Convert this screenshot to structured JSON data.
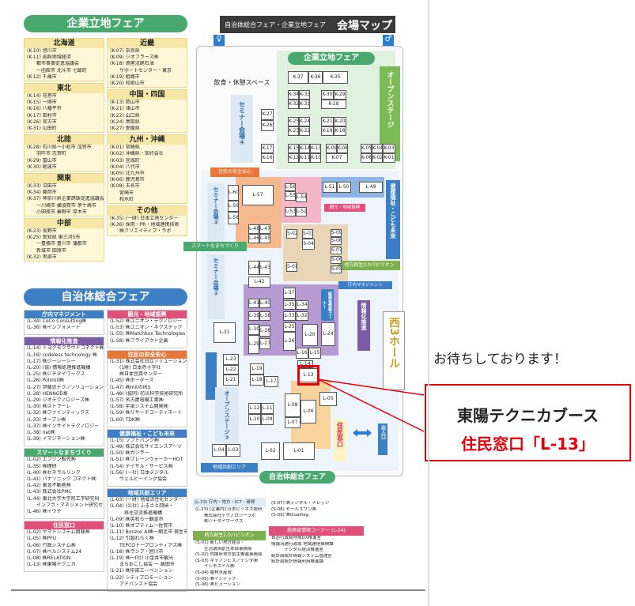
{
  "left": {
    "enterprise_header": "企業立地フェア",
    "regions_left": [
      {
        "title": "北海道",
        "items": [
          "(K-10) 旭川市",
          "(K-11) 函館地域経済",
          "　　都市事業促進協議会",
          "　　一函館市 北斗市 七飯町",
          "(K-12) 千歳市"
        ]
      },
      {
        "title": "東北",
        "items": [
          "(K-14) 花巻市",
          "(K-15) 一関市",
          "(K-16) 八幡平市",
          "(K-17) 田村市",
          "(K-26) 宮古市",
          "(K-31) 山田町"
        ]
      },
      {
        "title": "北陸",
        "items": [
          "(K-28) 石川県一小松市 加賀市",
          "　　羽咋市 志賀町",
          "(K-29) 富山市",
          "(K-30) 砺波市"
        ]
      },
      {
        "title": "関東",
        "items": [
          "(K-33) 沼田市",
          "(K-34) 藤岡市",
          "(K-37) 神奈川県企業誘致促進協議会",
          "　　一川崎市 横須賀市 茅ケ崎市",
          "　　小田原市 秦野市 厚木市"
        ]
      },
      {
        "title": "中部",
        "items": [
          "(K-23) 長野市",
          "(K-25) 愛知県 東三河5市",
          "　　一豊橋市 豊川市 蒲郡市",
          "　　新城市 田原市",
          "(K-32) 黒部市"
        ]
      }
    ],
    "regions_right": [
      {
        "title": "近畿",
        "items": [
          "(K-07) 奈良県",
          "(K-09) ジオフラーズ㈱",
          "(K-18) 鳥屋流尾石油",
          "　　サポートセンター・東京",
          "(K-19) 姫路市",
          "(K-20) 和歌山市"
        ]
      },
      {
        "title": "中国・四国",
        "items": [
          "(K-13) 岡山市",
          "(K-21) 津山市",
          "(K-22) 山口県",
          "(K-24) 鳥取県",
          "(K-27) 愛媛県"
        ]
      },
      {
        "title": "九州・沖縄",
        "items": [
          "(K-01) 宮崎県",
          "(K-02) 沖縄県・宮好会社",
          "(K-03) 宜城町",
          "(K-04) 八代市",
          "(K-05) 北九州市",
          "(K-06) 鹿児島市",
          "(K-08) 玉名市",
          "　　宮崎市",
          "　　和水町"
        ]
      },
      {
        "title": "その他",
        "items": [
          "(K-35) (一財) 日本立地センター",
          "(K-36) 採用・PR・地域連携技術",
          "　　㈱クリエイティブ・ラボ"
        ]
      }
    ],
    "municipal_header": "自治体総合フェア",
    "categories": [
      {
        "title": "庁内マネジメント",
        "color": "#3d7fc4",
        "items": [
          "(L-34) CoCo Consulting㈱",
          "(L-36) ㈱インフォメート"
        ]
      },
      {
        "title": "情報化推進",
        "color": "#7b5aa6",
        "items": [
          "(L-14) トヨクモクラウドコネクト㈱",
          "(L-16) codeless technology ㈱",
          "(L-17) ㈱ジーシーシー",
          "(L-20) (協) 情報処理推進機構",
          "(L-25) ㈱ジチタイワークス",
          "(L-26) Polimill㈱",
          "(L-27) 伊藤忠テクノソリューションズ㈱",
          "(L-28) HENNGE㈱",
          "(L-29) ジオテクノロジーズ㈱",
          "(L-30) ㈱ストラーレ",
          "(L-32) ㈱ファインディックス",
          "(L-33) オープン㈱",
          "(L-37) ㈱インサイトテクノロジー",
          "(L-38) nat㈱",
          "(L-39) イマジネーション㈱"
        ]
      },
      {
        "title": "スマートなまちづくり",
        "color": "#49a86e",
        "items": [
          "(L-02) エフソン販売㈱",
          "(L-35) ㈱理研",
          "(L-40) ㈱ゼネラルリンク",
          "(L-41) パナソニック コネクト㈱",
          "(L-42) 東急不動産㈱",
          "(L-43) 株式会社PMC",
          "(L-44) 東北大学大学院工学研究科",
          "　　インフラ・マネジメント研究センター",
          "(L-46) ㈱イウチ"
        ]
      },
      {
        "title": "住民窓口",
        "color": "#e0507a",
        "items": [
          "(L-02) ヤマトシステム開発㈱",
          "(L-05) ㈱PFU",
          "(L-06) 行政システム㈱",
          "(L-07) ㈱ベルシステム24",
          "(L-08) ㈱RELATION",
          "(L-13) ㈱東陽テクニカ"
        ]
      },
      {
        "title": "観光・地域振興",
        "color": "#e0507a",
        "items": [
          "(L-52) ㈱ユニオン・テクノロジー",
          "(L-53) ㈱ユニオン・ネクステック",
          "(L-55) ㈱Matchbox Technologies",
          "(L-58) ㈱フライアウト企画"
        ]
      },
      {
        "title": "住民の安全安心",
        "color": "#e8773a",
        "items": [
          "(L-31) 株式会社日立ソリューションズ",
          "　　(1財) 日本赤十字社",
          "　　㈱日本豆腐センター",
          "(L-45) ㈱ボーダーズ",
          "(L-47) ㈱mitのIRS",
          "(L-48) (協同) 防災科学技術研究所",
          "(L-57) 名古屋電機工業㈱",
          "(L-58) 宇宙システム開発㈱",
          "(L-59) ㈱リサーチコーディネート",
          "(L-60) TDK㈱"
        ]
      },
      {
        "title": "健康福祉・こども未来",
        "color": "#3d7fc4",
        "items": [
          "(L-15) ソフトバンク㈱",
          "(L-49) 株式会社サイエンスアーツ",
          "(L-50) ㈱ガジラー",
          "(L-51) ㈱ブレーンウォーカーHOT",
          "(L-54) デイサル・サービス㈱",
          "(L-56) (一社) 日本デジタル",
          "　　ウェルビーイング協会"
        ]
      },
      {
        "title": "地域共創エリア",
        "color": "#3d7fc4",
        "items": [
          "(L-03) (一財) 地域活性化センター",
          "(L-04) (公社) ふるさと回帰・",
          "　　　移住交流推進機構",
          "(L-09) ㈱芙和ら一観皇市",
          "(L-10) ㈱オプティム一佐賀市",
          "(L-11) Bonzoii AI㈱ー網走市 宿生市",
          "(L-12) 引越れらく㈱",
          "　　TEPCOトープロンティアズ㈱",
          "(L-18) ㈱ランプ・旭川市",
          "(L-19) ㈱一(社) 小金井市観光",
          "　　まちおこし協会 一 飯田市",
          "(L-21) ㈱中部エーペンション",
          "(L-22) シティプロモーション",
          "　　アドバンスト協会"
        ]
      }
    ]
  },
  "map": {
    "title_small": "自治体総合フェア・企業立地フェア",
    "title_big": "会場マップ",
    "kigyo_band": "企業立地フェア",
    "jichitai_band": "自治体総合フェア",
    "rest_space": "飲食・休憩スペース",
    "open_stage": "オープンステージ",
    "seminar4": "セミナー会場④",
    "seminar3": "セミナー会場③",
    "seminar2": "セミナー会場②",
    "open_stage2": "オープンステージ②",
    "label_safety": "住民の安全安心",
    "label_smart": "スマートなまちづくり",
    "label_tourism": "観光・地域振興",
    "label_chihou": "地方創生2.0パビリオン",
    "label_kenko": "健康福祉・こども未来",
    "label_chonai": "庁内マネジメント",
    "label_joho": "情報化推進",
    "label_soumu": "総務省情報コーナー",
    "label_window": "住民窓口",
    "label_chiiki": "地域共創エリア",
    "entrance": "出入口",
    "hall": "西3ホール",
    "booths_k": [
      "K-37",
      "K-36",
      "K-35",
      "K-34",
      "K-33",
      "K-30",
      "K-29",
      "K-32",
      "K-31",
      "K-28",
      "K-27",
      "K-26",
      "K-25",
      "K-24",
      "K-21",
      "K-20",
      "K-23",
      "K-22",
      "K-19",
      "K-18",
      "K-17",
      "K-16",
      "K-15",
      "K-14",
      "K-13",
      "K-12",
      "K-11",
      "K-10",
      "K-09",
      "K-08",
      "K-07",
      "K-06",
      "K-05",
      "K-04",
      "K-03",
      "K-02",
      "K-01"
    ],
    "booths_l": [
      "L-60",
      "L-59",
      "L-58",
      "L-57",
      "L-56",
      "L-55",
      "L-54",
      "L-53",
      "L-52",
      "L-51",
      "L-50",
      "L-49",
      "L-48",
      "L-47",
      "L-46",
      "L-45",
      "L-44",
      "L-43",
      "L-42",
      "L-41",
      "L-40",
      "L-39",
      "L-38",
      "L-37",
      "L-36",
      "L-35",
      "L-34",
      "L-33",
      "L-32",
      "L-31",
      "L-30",
      "L-29",
      "L-28",
      "L-27",
      "L-26",
      "L-25",
      "L-24",
      "L-23",
      "L-22",
      "L-21",
      "L-20",
      "L-19",
      "L-18",
      "L-17",
      "L-16",
      "L-15",
      "L-14",
      "L-13",
      "L-12",
      "L-11",
      "L-10",
      "L-09",
      "L-08",
      "L-07",
      "L-06",
      "L-05",
      "L-04",
      "L-03",
      "L-02",
      "L-01"
    ],
    "booths_s": [
      "S-02",
      "S-03",
      "S-04",
      "S-05",
      "S-06",
      "S-07",
      "S-08",
      "S-09",
      "S-01"
    ]
  },
  "bottom": {
    "chonai2_title": "(L-23) 庁内・地方・ICT・研修",
    "chonai2_items": [
      "(L-23) [企業内] 日本ビジネス総研",
      "　　株式会社テクノロジーラボ",
      "　　㈱ジチタイワークス"
    ],
    "chihou_title": "地方創生2.0パビリオン",
    "chihou_items": [
      "(S-01) 新しい地方経済・",
      "　　生活環境創生本部事務局",
      "(S-02) 内閣府地方創生推進事務局",
      "(S-03) キャノンビズアテンダ㈱",
      "　　イシモスイル㈱",
      "(S-04) 農林水産省",
      "(S-05) ㈱インテック",
      "(S-06) ㈱ヒューション"
    ],
    "s_items": [
      "(S-07) ㈱デジタル・ナレッジ",
      "(S-08) セールスワン㈱",
      "(S-09) ㈱Qualiteg"
    ],
    "soumu_title": "総務省情報コーナー (L-24)",
    "soumu_items": [
      "自治行政局地域DX推進室",
      "情報流通行政局 地域通信振興課",
      "　　　デジタル経済推進室",
      "統計局統計情報システム管理官",
      "統計局統計情報利用推進課"
    ]
  },
  "callout": {
    "wait": "お待ちしております！",
    "line1": "東陽テクニカブース",
    "line2": "住民窓口「L-13」"
  }
}
